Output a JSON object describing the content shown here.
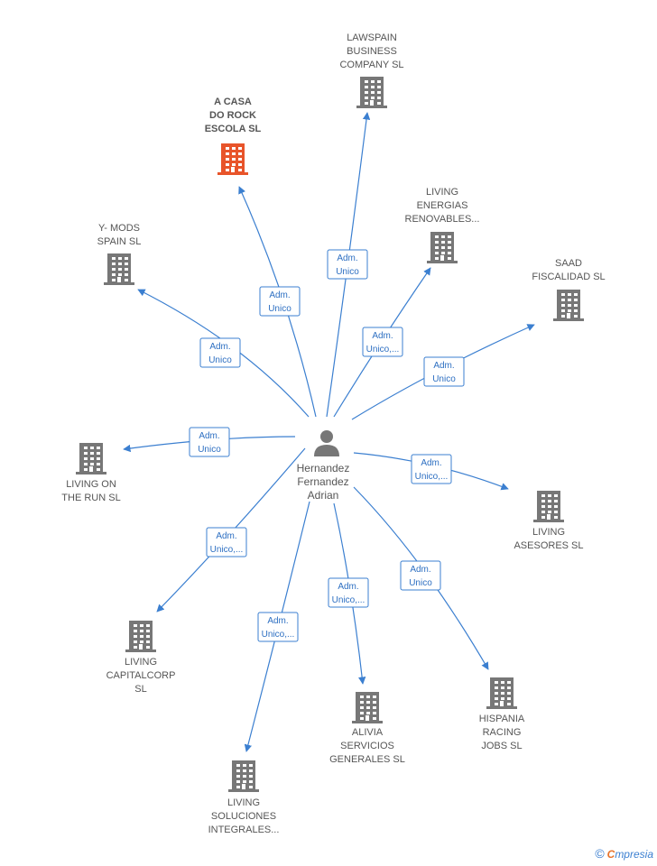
{
  "center": {
    "name_lines": [
      "Hernandez",
      "Fernandez",
      "Adrian"
    ],
    "icon": "person-icon"
  },
  "colors": {
    "edge": "#3b7fd0",
    "building": "#777777",
    "building_highlight": "#e8542a",
    "text": "#555555"
  },
  "nodes": [
    {
      "id": "lawspain",
      "name_lines": [
        "LAWSPAIN",
        "BUSINESS",
        "COMPANY  SL"
      ],
      "label_lines": [
        "Adm.",
        "Unico"
      ],
      "highlight": false
    },
    {
      "id": "a-casa",
      "name_lines": [
        "A CASA",
        "DO ROCK",
        "ESCOLA  SL"
      ],
      "label_lines": [
        "Adm.",
        "Unico"
      ],
      "highlight": true
    },
    {
      "id": "living-energias",
      "name_lines": [
        "LIVING",
        "ENERGIAS",
        "RENOVABLES..."
      ],
      "label_lines": [
        "Adm.",
        "Unico,..."
      ],
      "highlight": false
    },
    {
      "id": "y-mods",
      "name_lines": [
        "Y- MODS",
        "SPAIN SL"
      ],
      "label_lines": [
        "Adm.",
        "Unico"
      ],
      "highlight": false
    },
    {
      "id": "saad",
      "name_lines": [
        "SAAD",
        "FISCALIDAD SL"
      ],
      "label_lines": [
        "Adm.",
        "Unico"
      ],
      "highlight": false
    },
    {
      "id": "living-on-the-run",
      "name_lines": [
        "LIVING ON",
        "THE RUN  SL"
      ],
      "label_lines": [
        "Adm.",
        "Unico"
      ],
      "highlight": false
    },
    {
      "id": "living-asesores",
      "name_lines": [
        "LIVING",
        "ASESORES  SL"
      ],
      "label_lines": [
        "Adm.",
        "Unico,..."
      ],
      "highlight": false
    },
    {
      "id": "living-capitalcorp",
      "name_lines": [
        "LIVING",
        "CAPITALCORP",
        "SL"
      ],
      "label_lines": [
        "Adm.",
        "Unico,..."
      ],
      "highlight": false
    },
    {
      "id": "hispania",
      "name_lines": [
        "HISPANIA",
        "RACING",
        "JOBS  SL"
      ],
      "label_lines": [
        "Adm.",
        "Unico"
      ],
      "highlight": false
    },
    {
      "id": "alivia",
      "name_lines": [
        "ALIVIA",
        "SERVICIOS",
        "GENERALES SL"
      ],
      "label_lines": [
        "Adm.",
        "Unico,..."
      ],
      "highlight": false
    },
    {
      "id": "living-soluciones",
      "name_lines": [
        "LIVING",
        "SOLUCIONES",
        "INTEGRALES..."
      ],
      "label_lines": [
        "Adm.",
        "Unico,..."
      ],
      "highlight": false
    }
  ],
  "watermark": {
    "copyright": "©",
    "brand_first": "C",
    "brand_rest": "mpresia"
  }
}
